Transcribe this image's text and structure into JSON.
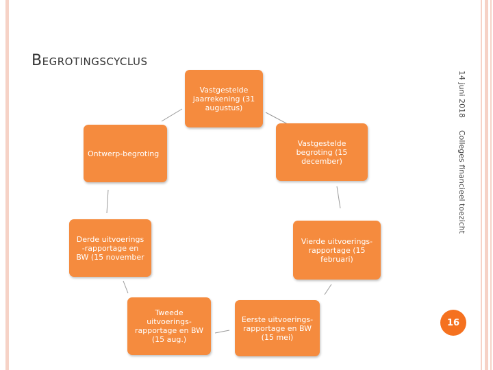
{
  "slide": {
    "title": "Begrotingscyclus",
    "date": "14 juni 2018",
    "organization": "Colleges financieel toezicht",
    "page_number": "16"
  },
  "cycle": {
    "steps": [
      "Vastgestelde\njaarrekening (31\naugustus)",
      "Vastgestelde\nbegroting (15\ndecember)",
      "Vierde uitvoerings-\nrapportage (15\nfebruari)",
      "Eerste uitvoerings-\nrapportage en BW\n(15 mei)",
      "Tweede\nuitvoerings-\nrapportage en BW\n(15 aug.)",
      "Derde uitvoerings\n-rapportage en\nBW (15 november",
      "Ontwerp-begroting"
    ]
  },
  "colors": {
    "box_fill": "#f58b3e",
    "badge_fill": "#f5711f",
    "frame": "#f6d2c6"
  }
}
